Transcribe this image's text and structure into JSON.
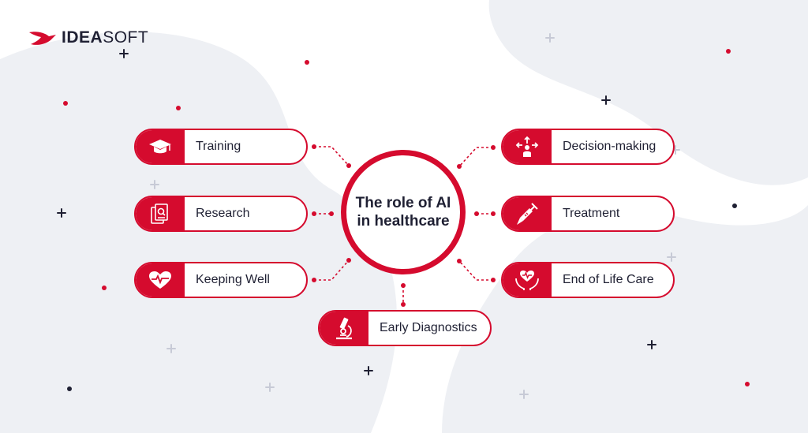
{
  "brand": {
    "name_bold": "IDEA",
    "name_light": "SOFT"
  },
  "center": {
    "line1": "The role of AI",
    "line2": "in healthcare"
  },
  "nodes": {
    "training": {
      "label": "Training",
      "icon": "graduation-cap-icon"
    },
    "research": {
      "label": "Research",
      "icon": "documents-search-icon"
    },
    "keeping_well": {
      "label": "Keeping Well",
      "icon": "heart-pulse-icon"
    },
    "decision_making": {
      "label": "Decision-making",
      "icon": "decision-arrows-icon"
    },
    "treatment": {
      "label": "Treatment",
      "icon": "syringe-icon"
    },
    "end_of_life_care": {
      "label": "End of Life Care",
      "icon": "hands-heart-icon"
    },
    "early_diagnostics": {
      "label": "Early Diagnostics",
      "icon": "microscope-icon"
    }
  },
  "colors": {
    "accent": "#d50b2e",
    "text": "#1f2033",
    "blob": "#eef0f4",
    "plus": "#c7cad6"
  }
}
